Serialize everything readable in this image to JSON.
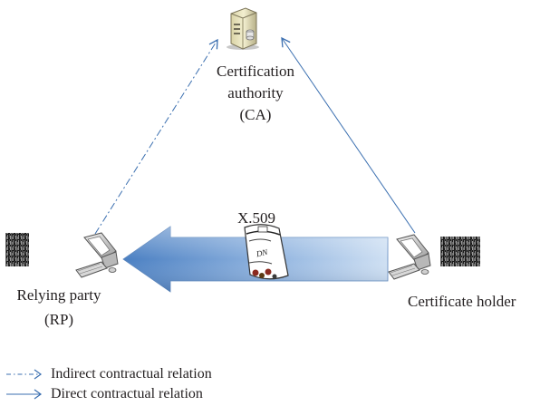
{
  "nodes": {
    "ca": {
      "label_line1": "Certification",
      "label_line2": "authority",
      "label_line3": "(CA)"
    },
    "rp": {
      "label_line1": "Relying party",
      "label_line2": "(RP)"
    },
    "holder": {
      "label": "Certificate holder"
    }
  },
  "certificate": {
    "label": "X.509",
    "text": "DN"
  },
  "legend": [
    {
      "style": "dash-dot",
      "label": "Indirect contractual relation"
    },
    {
      "style": "solid",
      "label": "Direct contractual relation"
    }
  ],
  "colors": {
    "relation_line": "#3b6fb0",
    "big_arrow_dark": "#4a7fc2",
    "big_arrow_light": "#cfe0f3",
    "text": "#231f20"
  }
}
